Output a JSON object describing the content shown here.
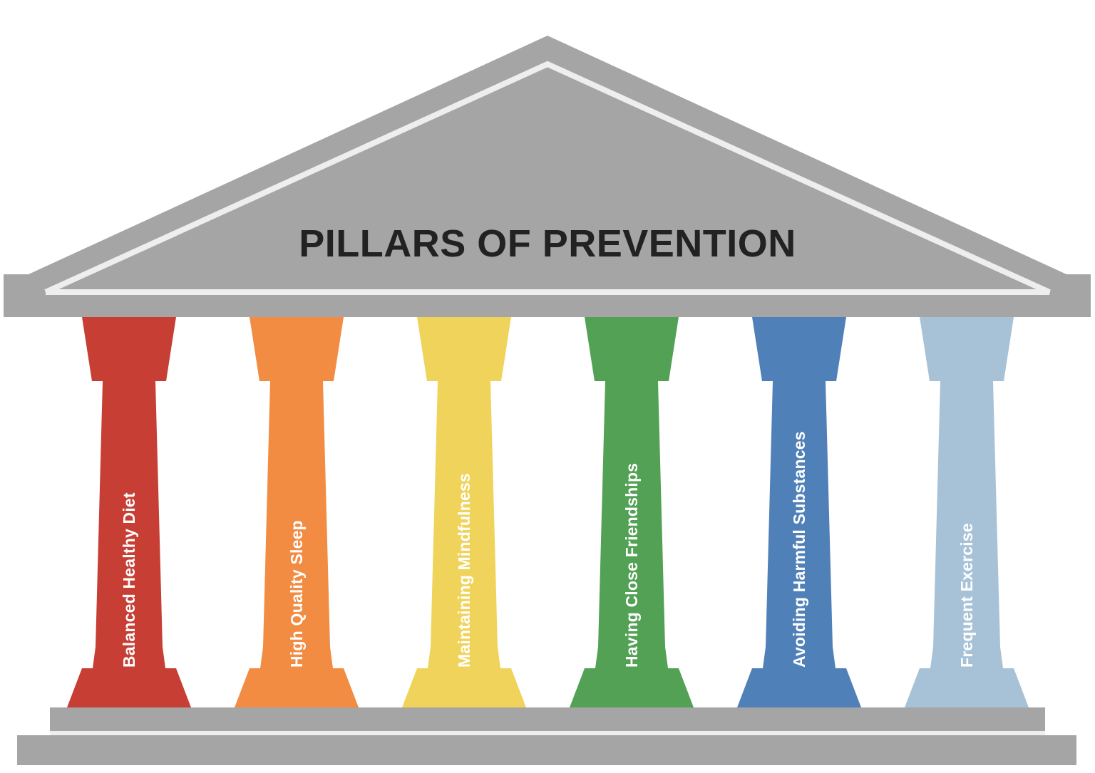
{
  "title": "PILLARS OF PREVENTION",
  "pillars": [
    {
      "label": "Balanced Healthy Diet",
      "color": "#c73e34"
    },
    {
      "label": "High Quality Sleep",
      "color": "#f28c42"
    },
    {
      "label": "Maintaining Mindfulness",
      "color": "#f0d35a"
    },
    {
      "label": "Having Close Friendships",
      "color": "#52a155"
    },
    {
      "label": "Avoiding Harmful Substances",
      "color": "#5080b8"
    },
    {
      "label": "Frequent Exercise",
      "color": "#a7c2d7"
    }
  ],
  "colors": {
    "structure": "#a5a5a5",
    "highlight": "#eeeeee",
    "title_text": "#222222"
  }
}
